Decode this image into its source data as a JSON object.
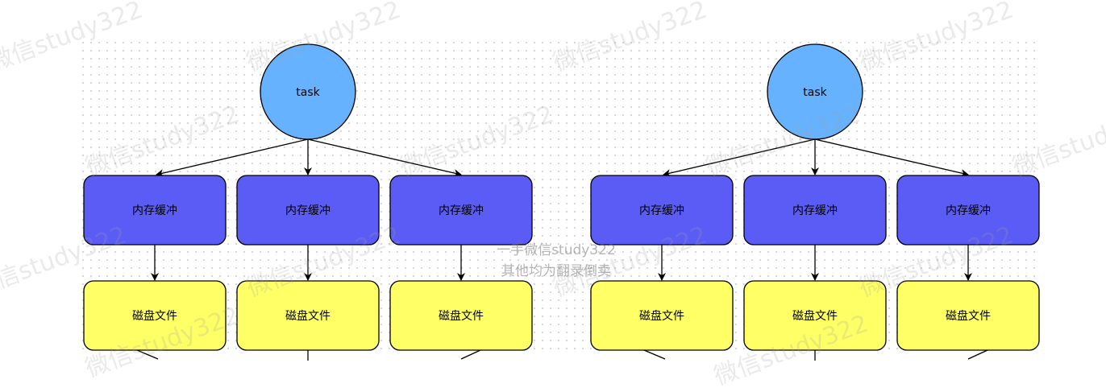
{
  "colors": {
    "task_fill": "#66b2ff",
    "buffer_fill": "#5b5bf5",
    "file_fill": "#ffff66",
    "stroke": "#000000"
  },
  "panels": [
    {
      "task_label": "task",
      "buffers": [
        "内存缓冲",
        "内存缓冲",
        "内存缓冲"
      ],
      "files": [
        "磁盘文件",
        "磁盘文件",
        "磁盘文件"
      ]
    },
    {
      "task_label": "task",
      "buffers": [
        "内存缓冲",
        "内存缓冲",
        "内存缓冲"
      ],
      "files": [
        "磁盘文件",
        "磁盘文件",
        "磁盘文件"
      ]
    }
  ],
  "watermark": {
    "text": "微信study322",
    "center_lines": [
      "一手微信study322",
      "其他均为翻录倒卖"
    ]
  }
}
